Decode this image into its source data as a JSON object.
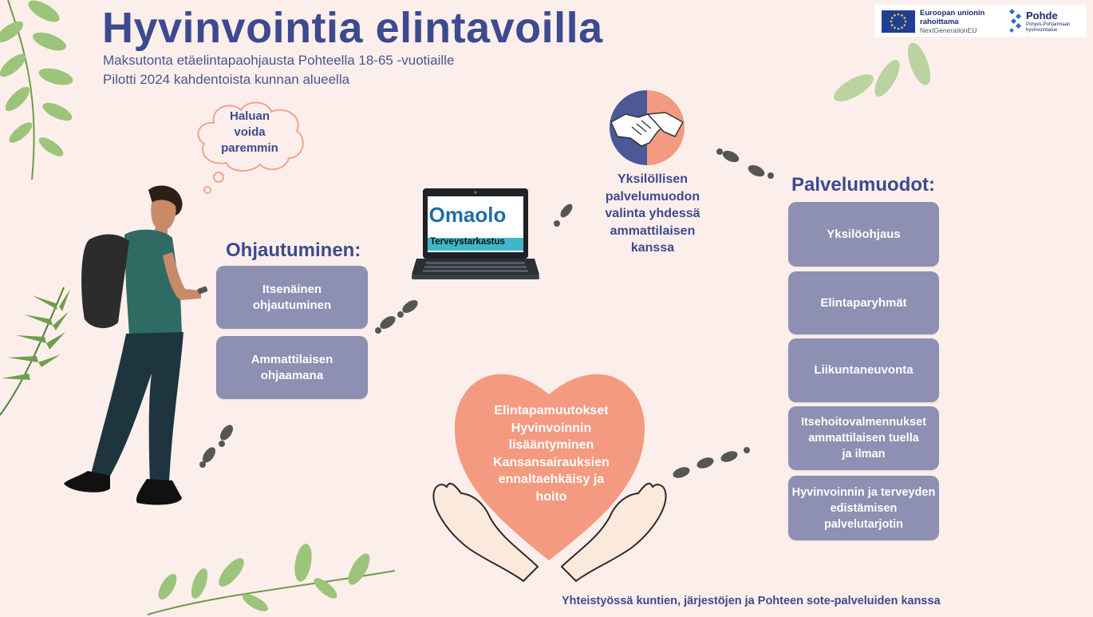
{
  "header": {
    "title": "Hyvinvointia elintavoilla",
    "subtitle_line1": "Maksutonta etäelintapaohjausta Pohteella 18-65 -vuotiaille",
    "subtitle_line2": "Pilotti 2024 kahdentoista kunnan alueella"
  },
  "logos": {
    "eu_line1": "Euroopan unionin",
    "eu_line2": "rahoittama",
    "eu_line3": "NextGenerationEU",
    "pohde_name": "Pohde",
    "pohde_sub1": "Pohjois-Pohjanmaan",
    "pohde_sub2": "hyvinvointialue"
  },
  "thought_bubble": {
    "line1": "Haluan",
    "line2": "voida",
    "line3": "paremmin"
  },
  "guidance": {
    "heading": "Ohjautuminen:",
    "cards": [
      {
        "line1": "Itsenäinen",
        "line2": "ohjautuminen"
      },
      {
        "line1": "Ammattilaisen",
        "line2": "ohjaamana"
      }
    ]
  },
  "laptop": {
    "brand": "Omaolo",
    "label": "Terveystarkastus"
  },
  "selection": {
    "line1": "Yksilöllisen",
    "line2": "palvelumuodon",
    "line3": "valinta yhdessä",
    "line4": "ammattilaisen",
    "line5": "kanssa"
  },
  "services": {
    "heading": "Palvelumuodot:",
    "cards": [
      {
        "line1": "Yksilöohjaus",
        "line2": "",
        "line3": ""
      },
      {
        "line1": "Elintaparyhmät",
        "line2": "",
        "line3": ""
      },
      {
        "line1": "Liikuntaneuvonta",
        "line2": "",
        "line3": ""
      },
      {
        "line1": "Itsehoitovalmennukset",
        "line2": "ammattilaisen tuella",
        "line3": "ja ilman"
      },
      {
        "line1": "Hyvinvoinnin ja terveyden",
        "line2": "edistämisen",
        "line3": "palvelutarjotin"
      }
    ]
  },
  "heart": {
    "line1": "Elintapamuutokset",
    "line2": "Hyvinvoinnin",
    "line3": "lisääntyminen",
    "line4": "Kansansairauksien",
    "line5": "ennaltaehkäisy ja",
    "line6": "hoito"
  },
  "footer": {
    "text": "Yhteistyössä kuntien, järjestöjen ja Pohteen sote-palveluiden kanssa"
  },
  "colors": {
    "background": "#fcefeb",
    "primary": "#3d4a8f",
    "card": "#8d8fb3",
    "heart": "#f49a80",
    "leaf": "#8fb96a"
  }
}
